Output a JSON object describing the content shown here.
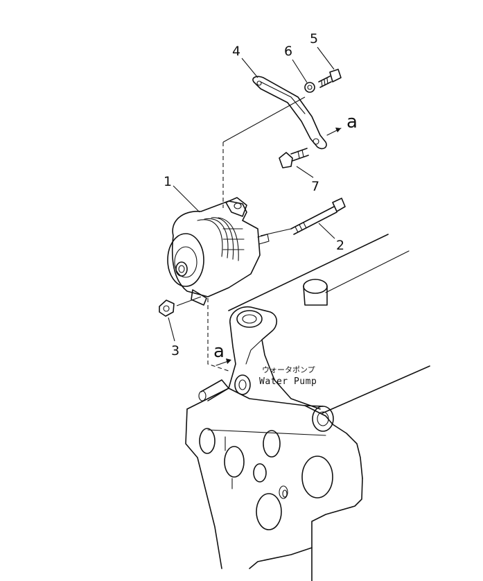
{
  "labels": {
    "water_pump_jp": "ウォータポンプ",
    "water_pump_en": "Water Pump",
    "ref_arrow_top": "a",
    "ref_arrow_left": "a"
  },
  "parts": [
    {
      "key": "alternator",
      "number": "1"
    },
    {
      "key": "bolt-long",
      "number": "2"
    },
    {
      "key": "nut",
      "number": "3"
    },
    {
      "key": "adjust-bracket",
      "number": "4"
    },
    {
      "key": "bolt-small",
      "number": "5"
    },
    {
      "key": "washer",
      "number": "6"
    },
    {
      "key": "bolt-bracket",
      "number": "7"
    }
  ]
}
